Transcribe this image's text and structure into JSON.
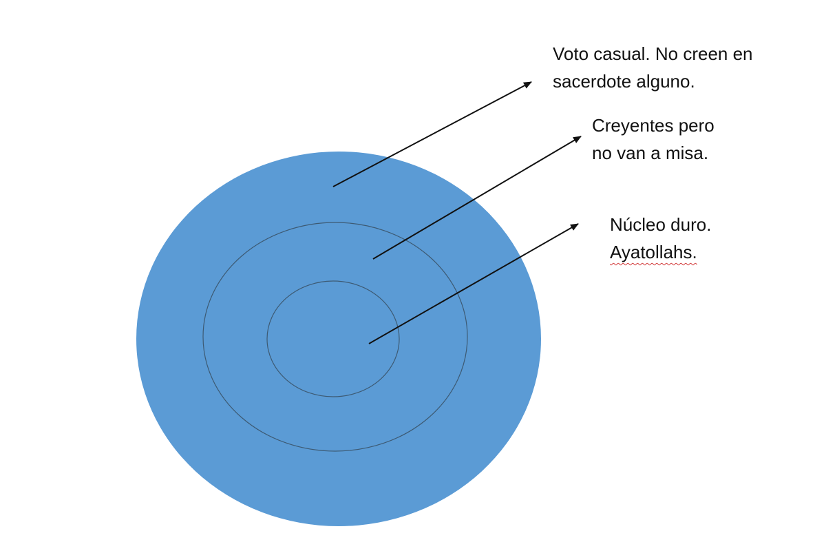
{
  "colors": {
    "fill": "#5b9bd5",
    "ring_stroke": "#3d5a73",
    "arrow": "#111111",
    "spellcheck": "#d23a3a"
  },
  "labels": {
    "outer": {
      "line1": "Voto casual. No creen en",
      "line2": "sacerdote alguno."
    },
    "middle": {
      "line1": "Creyentes pero",
      "line2": "no van a misa."
    },
    "inner": {
      "line1": "Núcleo duro.",
      "line2": "Ayatollahs."
    }
  }
}
